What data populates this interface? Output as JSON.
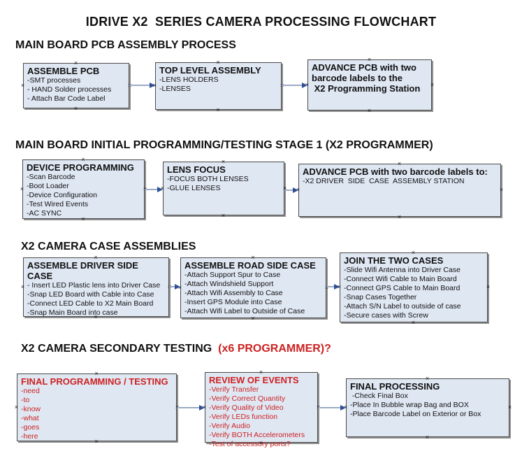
{
  "title": "IDRIVE X2  SERIES CAMERA PROCESSING FLOWCHART",
  "sections": [
    {
      "heading": "MAIN BOARD PCB ASSEMBLY PROCESS",
      "heading_red": ""
    },
    {
      "heading": "MAIN BOARD INITIAL PROGRAMMING/TESTING STAGE 1 (X2 PROGRAMMER)",
      "heading_red": ""
    },
    {
      "heading": "X2 CAMERA CASE ASSEMBLIES",
      "heading_red": ""
    },
    {
      "heading": "X2 CAMERA SECONDARY TESTING ",
      "heading_red": " (x6 PROGRAMMER)?"
    }
  ],
  "boxes": {
    "assemble_pcb": {
      "title": "ASSEMBLE PCB",
      "items": [
        "-SMT processes",
        "- HAND Solder processes",
        "- Attach Bar Code Label"
      ]
    },
    "top_level_assembly": {
      "title": "TOP LEVEL ASSEMBLY",
      "items": [
        "-LENS HOLDERS",
        "-LENSES"
      ]
    },
    "advance_pcb_programming_station": {
      "title": "ADVANCE PCB with two\nbarcode labels to the\n X2 Programming Station",
      "items": []
    },
    "device_programming": {
      "title": "DEVICE PROGRAMMING",
      "items": [
        "-Scan Barcode",
        "-Boot Loader",
        "-Device Configuration",
        "-Test Wired Events",
        "-AC SYNC"
      ]
    },
    "lens_focus": {
      "title": "LENS FOCUS",
      "items": [
        "-FOCUS BOTH LENSES",
        "-GLUE LENSES"
      ]
    },
    "advance_pcb_driver_station": {
      "title": "ADVANCE PCB with two barcode labels to:",
      "items": [
        "-X2 DRIVER  SIDE  CASE  ASSEMBLY STATION"
      ]
    },
    "assemble_driver_side_case": {
      "title": "ASSEMBLE DRIVER SIDE CASE",
      "items": [
        "- Insert LED Plastic lens into Driver Case",
        "-Snap LED Board with Cable into Case",
        "-Connect LED Cable to X2 Main Board",
        "-Snap Main Board into case"
      ]
    },
    "assemble_road_side_case": {
      "title": "ASSEMBLE ROAD SIDE CASE",
      "items": [
        "-Attach Support Spur to Case",
        "-Attach Windshield Support",
        "-Attach Wifi Assembly to Case",
        "-Insert GPS Module into Case",
        "-Attach Wifi Label to Outside of Case"
      ]
    },
    "join_the_two_cases": {
      "title": "JOIN THE TWO CASES",
      "items": [
        "-Slide Wifi Antenna into Driver Case",
        "-Connect Wifi Cable to Main Board",
        "-Connect GPS Cable to Main Board",
        "-Snap Cases Together",
        "-Attach S/N Label to outside of case",
        "-Secure cases with Screw"
      ]
    },
    "final_programming_testing": {
      "title": "FINAL PROGRAMMING / TESTING",
      "items": [
        "-need",
        "-to",
        "-know",
        "-what",
        "-goes",
        "-here"
      ]
    },
    "review_of_events": {
      "title": "REVIEW OF EVENTS",
      "items": [
        "-Verify Transfer",
        "-Verify Correct Quantity",
        "-Verify Quality of Video",
        "-Verify LEDs function",
        "-Verify Audio",
        "-Verify BOTH Accelerometers",
        "-Test of accessory ports?"
      ]
    },
    "final_processing": {
      "title": "FINAL PROCESSING",
      "items": [
        " -Check Final Box",
        "-Place In Bubble wrap Bag and BOX",
        "-Place Barcode Label on Exterior or Box"
      ]
    }
  },
  "colors": {
    "box_fill": "#dfe7f3",
    "box_border": "#4a4a4a",
    "red_text": "#cc2222",
    "arrow_line": "#8fa0bd",
    "arrow_head": "#2d4f97"
  }
}
